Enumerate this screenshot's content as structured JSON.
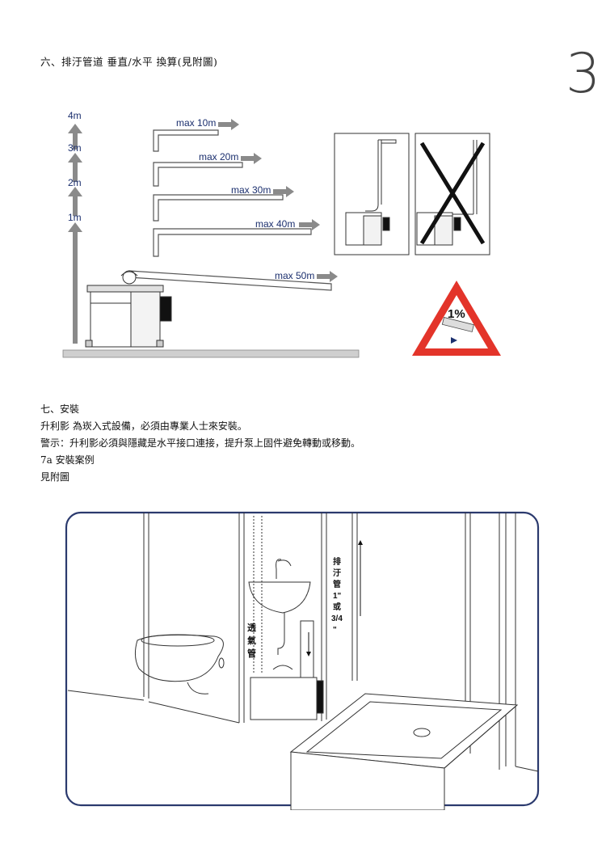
{
  "page": {
    "number": "3",
    "section6_heading": "六、排汙管道 垂直/水平 換算(見附圖)",
    "section7": {
      "heading": "七、安裝",
      "line1": "升利影 為崁入式設備，必須由專業人士來安裝。",
      "line2": "警示：升利影必須與隱藏是水平接口連接，提升泵上固件避免轉動或移動。",
      "line3": "7a 安裝案例",
      "line4": "見附圖"
    }
  },
  "figure1": {
    "heights": [
      "4m",
      "3m",
      "2m",
      "1m"
    ],
    "distances": [
      "max 10m",
      "max 20m",
      "max 30m",
      "max 40m",
      "max 50m"
    ],
    "slope_sign": "1%",
    "colors": {
      "sign_red": "#e3342a",
      "arrow_grey": "#888888",
      "label_blue": "#1b2f6e",
      "floor_grey": "#cfcfcf"
    }
  },
  "figure2": {
    "drain_label": [
      "排",
      "汙",
      "管",
      "1\"",
      "或",
      "3/4",
      "\""
    ],
    "vent_label": [
      "透",
      "氣",
      "管"
    ],
    "frame_color": "#2b3a6e"
  }
}
